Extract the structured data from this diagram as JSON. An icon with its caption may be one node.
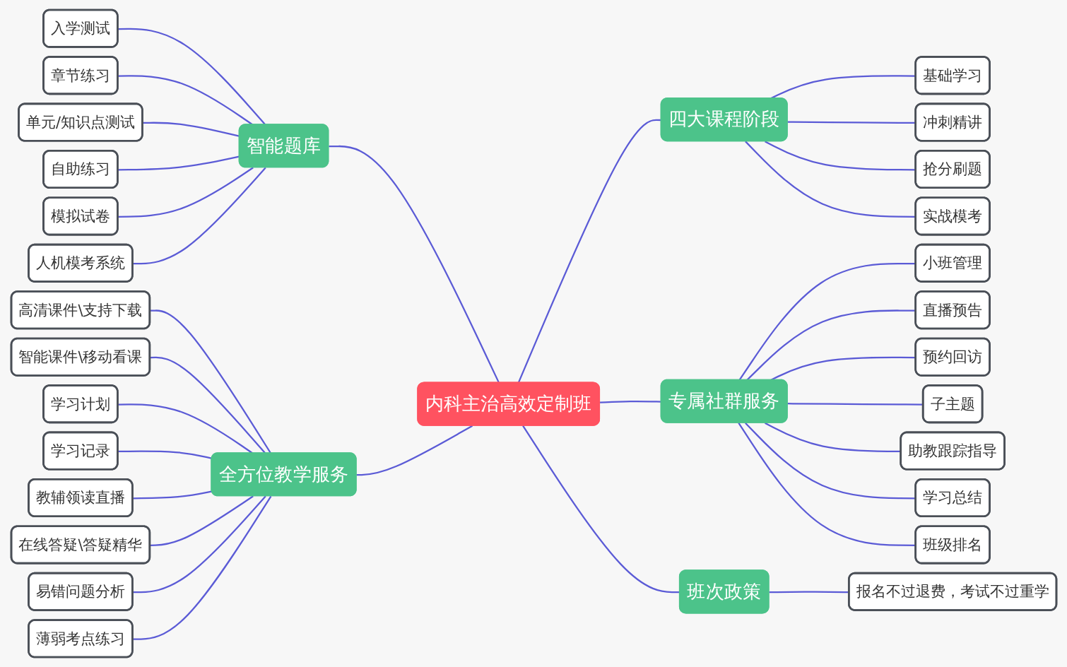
{
  "diagram": {
    "nodes": [
      {
        "text": [
          "内科主治高效定制班"
        ]
      },
      {
        "text": [
          "智能题库"
        ]
      },
      {
        "text": [
          "入学测试"
        ]
      },
      {
        "text": [
          "章节练习"
        ]
      },
      {
        "text": [
          "单元/知识点测试"
        ]
      },
      {
        "text": [
          "自助练习"
        ]
      },
      {
        "text": [
          "模拟试卷"
        ]
      },
      {
        "text": [
          "人机模考系统"
        ]
      },
      {
        "text": [
          "全方位教学服务"
        ]
      },
      {
        "text": [
          "高清课件\\支持下载"
        ]
      },
      {
        "text": [
          "智能课件\\移动看课"
        ]
      },
      {
        "text": [
          "学习计划"
        ]
      },
      {
        "text": [
          "学习记录"
        ]
      },
      {
        "text": [
          "教辅领读直播"
        ]
      },
      {
        "text": [
          "在线答疑\\答疑精华"
        ]
      },
      {
        "text": [
          "易错问题分析"
        ]
      },
      {
        "text": [
          "薄弱考点练习"
        ]
      },
      {
        "text": [
          "四大课程阶段"
        ]
      },
      {
        "text": [
          "基础学习"
        ]
      },
      {
        "text": [
          "冲刺精讲"
        ]
      },
      {
        "text": [
          "抢分刷题"
        ]
      },
      {
        "text": [
          "实战模考"
        ]
      },
      {
        "text": [
          "专属社群服务"
        ]
      },
      {
        "text": [
          "小班管理"
        ]
      },
      {
        "text": [
          "直播预告"
        ]
      },
      {
        "text": [
          "预约回访"
        ]
      },
      {
        "text": [
          "子主题"
        ]
      },
      {
        "text": [
          "助教跟踪指导"
        ]
      },
      {
        "text": [
          "学习总结"
        ]
      },
      {
        "text": [
          "班级排名"
        ]
      },
      {
        "text": [
          "班次政策"
        ]
      },
      {
        "text": [
          "报名不过退费，考试不过重学"
        ]
      }
    ],
    "edges": [
      {
        "from": 1,
        "to": 0,
        "arrow": "none"
      },
      {
        "from": 2,
        "to": 1,
        "arrow": "none"
      },
      {
        "from": 3,
        "to": 1,
        "arrow": "none"
      },
      {
        "from": 4,
        "to": 1,
        "arrow": "none"
      },
      {
        "from": 5,
        "to": 1,
        "arrow": "none"
      },
      {
        "from": 6,
        "to": 1,
        "arrow": "none"
      },
      {
        "from": 7,
        "to": 1,
        "arrow": "none"
      },
      {
        "from": 8,
        "to": 0,
        "arrow": "none"
      },
      {
        "from": 9,
        "to": 8,
        "arrow": "none"
      },
      {
        "from": 10,
        "to": 8,
        "arrow": "none"
      },
      {
        "from": 11,
        "to": 8,
        "arrow": "none"
      },
      {
        "from": 12,
        "to": 8,
        "arrow": "none"
      },
      {
        "from": 13,
        "to": 8,
        "arrow": "none"
      },
      {
        "from": 14,
        "to": 8,
        "arrow": "none"
      },
      {
        "from": 15,
        "to": 8,
        "arrow": "none"
      },
      {
        "from": 16,
        "to": 8,
        "arrow": "none"
      },
      {
        "from": 0,
        "to": 17,
        "arrow": "none"
      },
      {
        "from": 17,
        "to": 18,
        "arrow": "none"
      },
      {
        "from": 17,
        "to": 19,
        "arrow": "none"
      },
      {
        "from": 17,
        "to": 20,
        "arrow": "none"
      },
      {
        "from": 17,
        "to": 21,
        "arrow": "none"
      },
      {
        "from": 0,
        "to": 22,
        "arrow": "none"
      },
      {
        "from": 22,
        "to": 23,
        "arrow": "none"
      },
      {
        "from": 22,
        "to": 24,
        "arrow": "none"
      },
      {
        "from": 22,
        "to": 25,
        "arrow": "none"
      },
      {
        "from": 22,
        "to": 26,
        "arrow": "none"
      },
      {
        "from": 22,
        "to": 27,
        "arrow": "none"
      },
      {
        "from": 22,
        "to": 28,
        "arrow": "none"
      },
      {
        "from": 22,
        "to": 29,
        "arrow": "none"
      },
      {
        "from": 0,
        "to": 30,
        "arrow": "none"
      },
      {
        "from": 30,
        "to": 31,
        "arrow": "none"
      }
    ]
  }
}
